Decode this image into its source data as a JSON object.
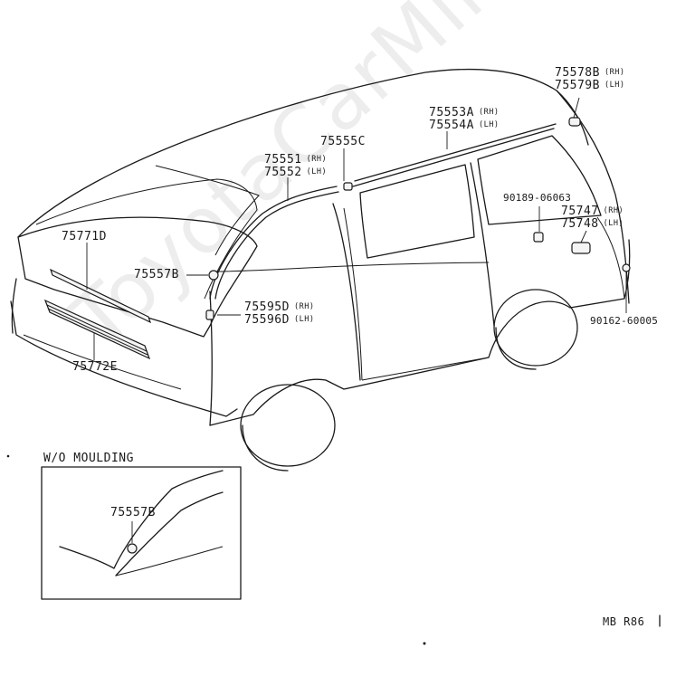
{
  "labels": {
    "l75578B": "75578B",
    "l75578B_side": "(RH)",
    "l75579B": "75579B",
    "l75579B_side": "(LH)",
    "l75553A": "75553A",
    "l75553A_side": "(RH)",
    "l75554A": "75554A",
    "l75554A_side": "(LH)",
    "l75555C": "75555C",
    "l75551": "75551",
    "l75551_side": "(RH)",
    "l75552": "75552",
    "l75552_side": "(LH)",
    "l90189": "90189-06063",
    "l75747": "75747",
    "l75747_side": "(RH)",
    "l75748": "75748",
    "l75748_side": "(LH)",
    "l75771D": "75771D",
    "l75557B": "75557B",
    "l75595D": "75595D",
    "l75595D_side": "(RH)",
    "l75596D": "75596D",
    "l75596D_side": "(LH)",
    "l90162": "90162-60005",
    "l75772E": "75772E",
    "inset_title": "W/O  MOULDING",
    "inset_75557B": "75557B",
    "code": "MB  R86"
  },
  "watermark": "ToyotaCarMine.ru"
}
